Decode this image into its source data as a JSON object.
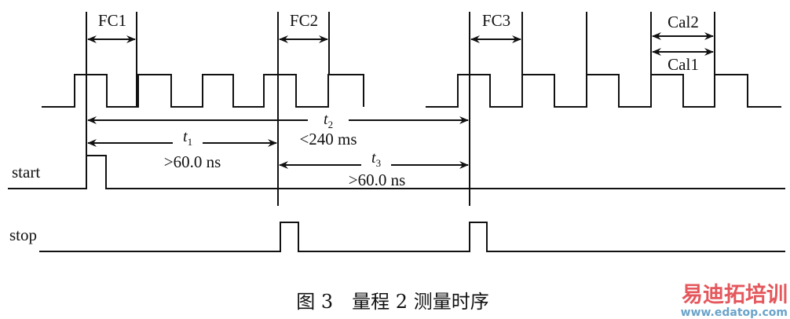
{
  "labels": {
    "fc1": "FC1",
    "fc2": "FC2",
    "fc3": "FC3",
    "cal2": "Cal2",
    "cal1": "Cal1"
  },
  "intervals": {
    "t1": {
      "name": "t",
      "sub": "1",
      "constraint": ">60.0 ns"
    },
    "t2": {
      "name": "t",
      "sub": "2",
      "constraint": "<240 ms"
    },
    "t3": {
      "name": "t",
      "sub": "3",
      "constraint": ">60.0 ns"
    }
  },
  "signals": {
    "start": "start",
    "stop": "stop"
  },
  "caption": "图 3　量程 2 测量时序",
  "watermark": {
    "title": "易迪拓培训",
    "url": "www.edatop.com"
  },
  "colors": {
    "watermark_red": "#e4575c",
    "watermark_blue": "#6aa3c9"
  }
}
